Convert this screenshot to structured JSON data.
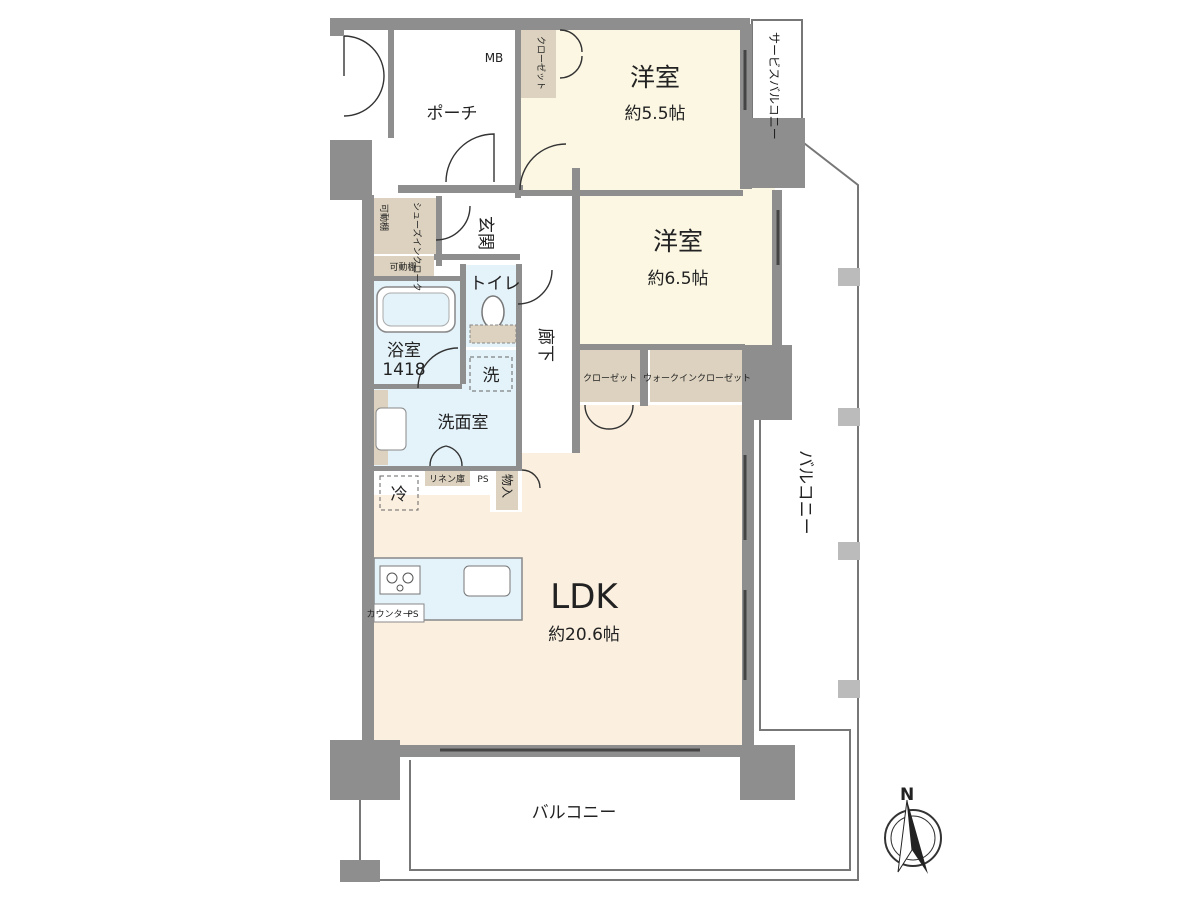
{
  "rooms": {
    "porch": "ポーチ",
    "mb": "MB",
    "closet_small": "クローゼット",
    "western1_name": "洋室",
    "western1_size": "約5.5帖",
    "service_balcony": "サービスバルコニー",
    "western2_name": "洋室",
    "western2_size": "約6.5帖",
    "entrance": "玄関",
    "shoe_in_cloak": "シューズインクローク",
    "movable_shelf_1": "可動棚",
    "movable_shelf_2": "可動棚",
    "toilet": "トイレ",
    "corridor": "廊下",
    "bath_name": "浴室",
    "bath_size": "1418",
    "washer": "洗",
    "washroom": "洗面室",
    "closet_a": "クローゼット",
    "walk_in_closet": "ウォークインクローゼット",
    "linen": "リネン庫",
    "ps_1": "PS",
    "storage": "物入",
    "fridge": "冷",
    "counter": "カウンター",
    "ps_2": "PS",
    "ldk_name": "LDK",
    "ldk_size": "約20.6帖",
    "balcony_east": "バルコニー",
    "balcony_south": "バルコニー"
  },
  "compass": {
    "north": "N"
  },
  "colors": {
    "ldk_floor": "#fbefdf",
    "western_floor": "#fbf7e3",
    "wet_area": "#e4f2fa",
    "storage": "#dcd2bf",
    "wall": "#8e8e8e"
  }
}
